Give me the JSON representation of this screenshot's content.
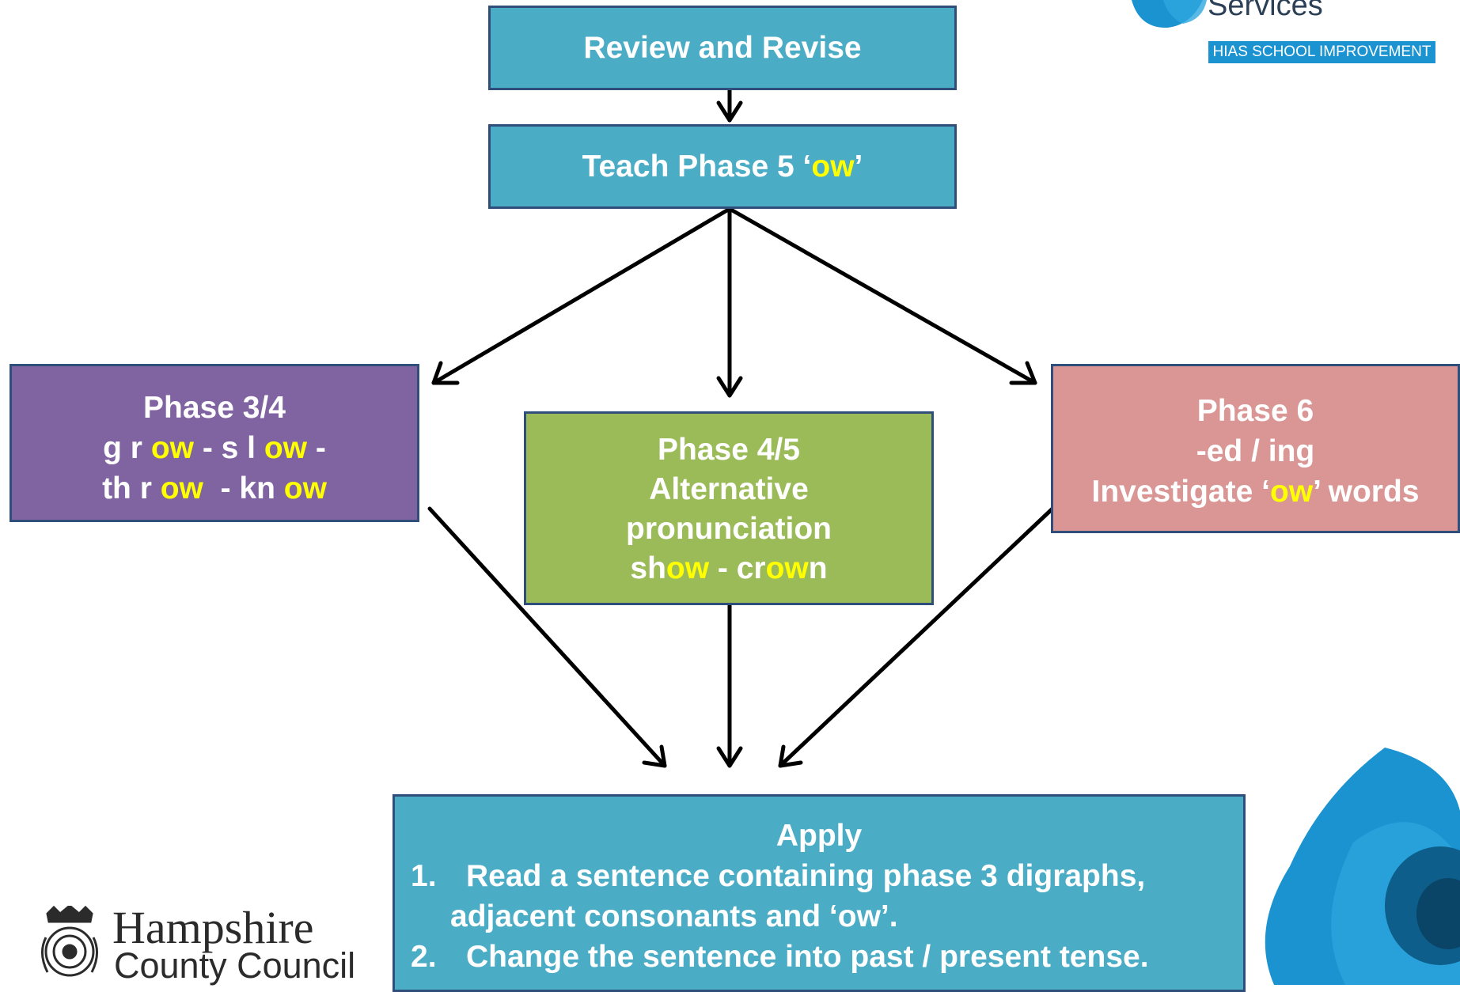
{
  "nodes": {
    "review": {
      "text": "Review and Revise"
    },
    "teach": {
      "prefix": "Teach Phase 5 ‘",
      "highlight": "ow",
      "suffix": "’"
    },
    "phase34": {
      "title": "Phase 3/4",
      "line2": [
        {
          "text": "g r ",
          "hl": false
        },
        {
          "text": "ow",
          "hl": true
        },
        {
          "text": " - s l ",
          "hl": false
        },
        {
          "text": "ow",
          "hl": true
        },
        {
          "text": " -",
          "hl": false
        }
      ],
      "line3": [
        {
          "text": "th r ",
          "hl": false
        },
        {
          "text": "ow",
          "hl": true
        },
        {
          "text": "  - kn ",
          "hl": false
        },
        {
          "text": "ow",
          "hl": true
        }
      ]
    },
    "phase45": {
      "title": "Phase 4/5",
      "line2": "Alternative",
      "line3": "pronunciation",
      "line4": [
        {
          "text": "sh",
          "hl": false
        },
        {
          "text": "ow",
          "hl": true
        },
        {
          "text": " - cr",
          "hl": false
        },
        {
          "text": "ow",
          "hl": true
        },
        {
          "text": "n",
          "hl": false
        }
      ]
    },
    "phase6": {
      "title": "Phase 6",
      "line2": "-ed / ing",
      "line3": [
        {
          "text": "Investigate ‘",
          "hl": false
        },
        {
          "text": "ow",
          "hl": true
        },
        {
          "text": "’ words",
          "hl": false
        }
      ]
    },
    "apply": {
      "title": "Apply",
      "items": [
        {
          "num": "1.",
          "lines": [
            "Read a sentence containing phase 3 digraphs,",
            "adjacent consonants and ‘ow’."
          ]
        },
        {
          "num": "2.",
          "lines": [
            "Change the sentence into past / present tense."
          ]
        }
      ]
    }
  },
  "logos": {
    "services": "Services",
    "badge": "HIAS SCHOOL IMPROVEMENT",
    "council_name": "Hampshire",
    "council_sub": "County Council"
  },
  "colors": {
    "review": "#4bacc6",
    "teach": "#4bacc6",
    "phase34": "#8064a2",
    "phase45": "#9bbb59",
    "phase6": "#d99694",
    "apply": "#4bacc6",
    "highlight": "#ffff00",
    "border": "#2f4f7a"
  }
}
